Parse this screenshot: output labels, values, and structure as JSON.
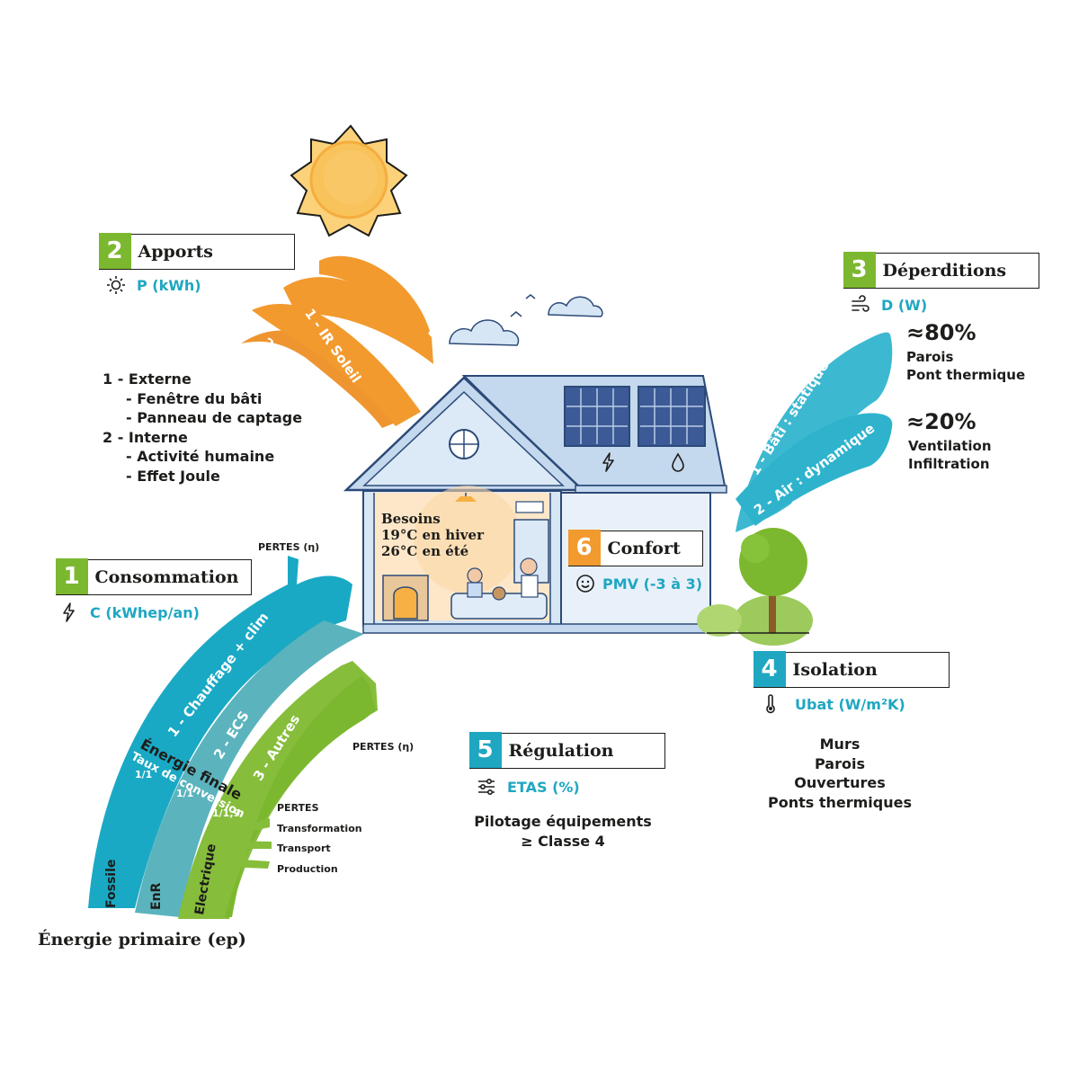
{
  "apports": {
    "number": "2",
    "title": "Apports",
    "metric": "P (kWh)",
    "icon": "sun-icon",
    "arrow_labels": [
      "1 - IR Soleil",
      "2 - Activité humaine"
    ],
    "list": [
      "1 - Externe",
      "- Fenêtre du bâti",
      "- Panneau de captage",
      "2 - Interne",
      "- Activité humaine",
      "- Effet Joule"
    ]
  },
  "deperditions": {
    "number": "3",
    "title": "Déperditions",
    "metric": "D (W)",
    "icon": "wind-icon",
    "arrow_labels": [
      "1 - Bâti : statique",
      "2 - Air : dynamique"
    ],
    "pct1": "≈80%",
    "pct1_lines": [
      "Parois",
      "Pont thermique"
    ],
    "pct2": "≈20%",
    "pct2_lines": [
      "Ventilation",
      "Infiltration"
    ]
  },
  "consommation": {
    "number": "1",
    "title": "Consommation",
    "metric": "C (kWhep/an)",
    "icon": "lightning-icon",
    "pertes_top": "PERTES (η)",
    "pertes_mid": "PERTES (η)",
    "bands": [
      "1 - Chauffage + clim",
      "2 - ECS",
      "3 - Autres"
    ],
    "energie_finale": "Énergie finale",
    "taux": "Taux de conversion",
    "ratios": [
      "1/1",
      "1/1",
      "1/1,9"
    ],
    "sources": [
      "Fossile",
      "EnR",
      "Electrique"
    ],
    "pertes_list": [
      "PERTES",
      "Transformation",
      "Transport",
      "Production"
    ],
    "energie_primaire": "Énergie primaire (ep)"
  },
  "besoins": {
    "lines": [
      "Besoins",
      "19°C en hiver",
      "26°C en été"
    ]
  },
  "confort": {
    "number": "6",
    "title": "Confort",
    "metric": "PMV (-3 à 3)",
    "icon": "smiley-icon"
  },
  "isolation": {
    "number": "4",
    "title": "Isolation",
    "metric": "Ubat (W/m²K)",
    "icon": "thermometer-icon",
    "list": [
      "Murs",
      "Parois",
      "Ouvertures",
      "Ponts thermiques"
    ]
  },
  "regulation": {
    "number": "5",
    "title": "Régulation",
    "metric": "ETAS (%)",
    "icon": "sliders-icon",
    "lines": [
      "Pilotage équipements",
      "≥ Classe 4"
    ]
  },
  "colors": {
    "green": "#7cb82f",
    "cyan": "#1fa7c2",
    "orange": "#f29a2e",
    "teal": "#5bb3bd"
  }
}
